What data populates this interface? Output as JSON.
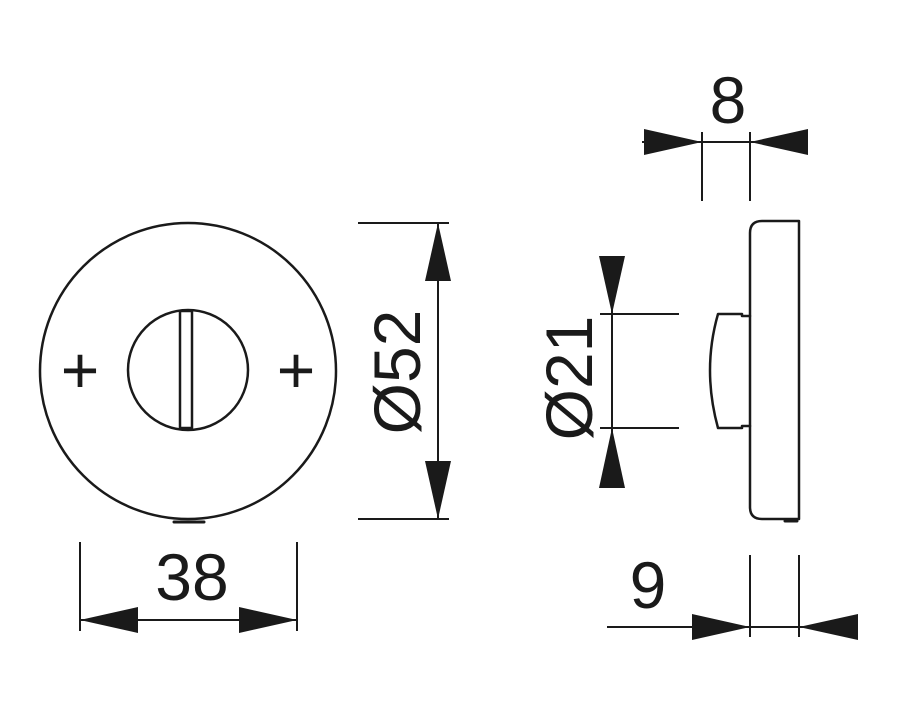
{
  "drawing": {
    "colors": {
      "line": "#1a1a1a",
      "background": "#ffffff"
    },
    "front_view": {
      "dimension_width": "38",
      "dimension_diameter": "Ø52",
      "screw_hole_symbol": "+"
    },
    "side_view": {
      "dimension_top": "8",
      "dimension_diameter": "Ø21",
      "dimension_bottom": "9"
    }
  }
}
